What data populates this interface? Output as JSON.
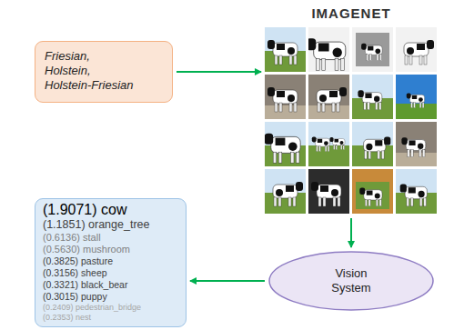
{
  "diagram": {
    "nodes": [
      {
        "text": [
          "Friesian, Holstein, Holstein-Friesian"
        ]
      },
      {
        "text": [
          "IMAGENET"
        ]
      },
      {
        "text": [
          "Vision System"
        ]
      },
      {
        "text": [
          "(1.9071) cow",
          "(1.1851) orange_tree",
          "(0.6136) stall",
          "(0.5630) mushroom",
          "(0.3825) pasture",
          "(0.3156) sheep",
          "(0.3321) black_bear",
          "(0.3015) puppy",
          "(0.2409) pedestrian_bridge",
          "(0.2353) nest"
        ]
      }
    ],
    "edges": [
      {
        "from": 0,
        "to": 1,
        "arrow": "to"
      },
      {
        "from": 1,
        "to": 2,
        "arrow": "to"
      },
      {
        "from": 2,
        "to": 3,
        "arrow": "to"
      }
    ]
  }
}
